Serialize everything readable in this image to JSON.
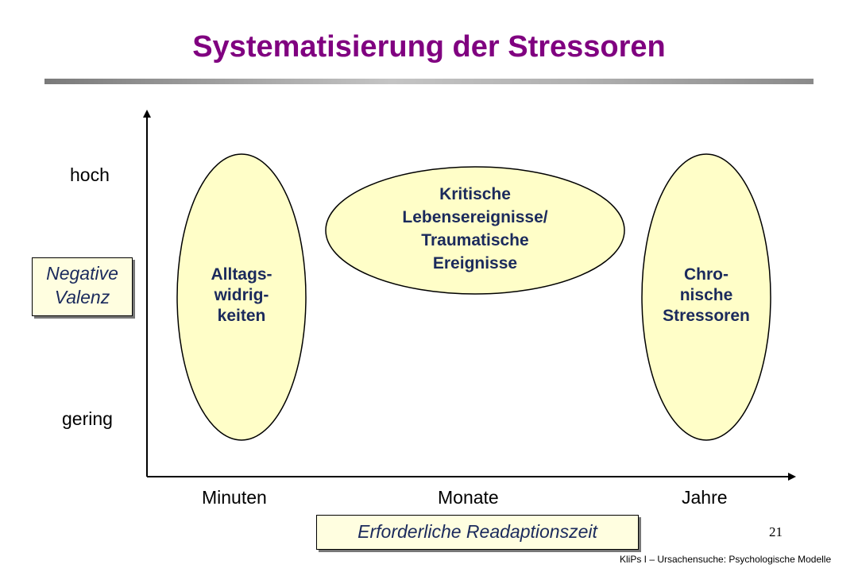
{
  "title": "Systematisierung der Stressoren",
  "colors": {
    "title": "#800080",
    "ellipse_fill": "#fffec8",
    "ellipse_text": "#1b2a5c",
    "box_fill": "#fffee0",
    "box_text": "#1b2a5c"
  },
  "y_axis": {
    "high": "hoch",
    "low": "gering",
    "label": [
      "Negative",
      "Valenz"
    ]
  },
  "x_axis": {
    "ticks": [
      "Minuten",
      "Monate",
      "Jahre"
    ],
    "label": "Erforderliche Readaptionszeit"
  },
  "ellipses": [
    {
      "lines": [
        "Alltags-",
        "widrig-",
        "keiten"
      ]
    },
    {
      "lines": [
        "Kritische",
        "Lebensereignisse/",
        "Traumatische",
        "Ereignisse"
      ]
    },
    {
      "lines": [
        "Chro-",
        "nische",
        "Stressoren"
      ]
    }
  ],
  "page_number": "21",
  "footer": "KliPs I – Ursachensuche:  Psychologische Modelle"
}
